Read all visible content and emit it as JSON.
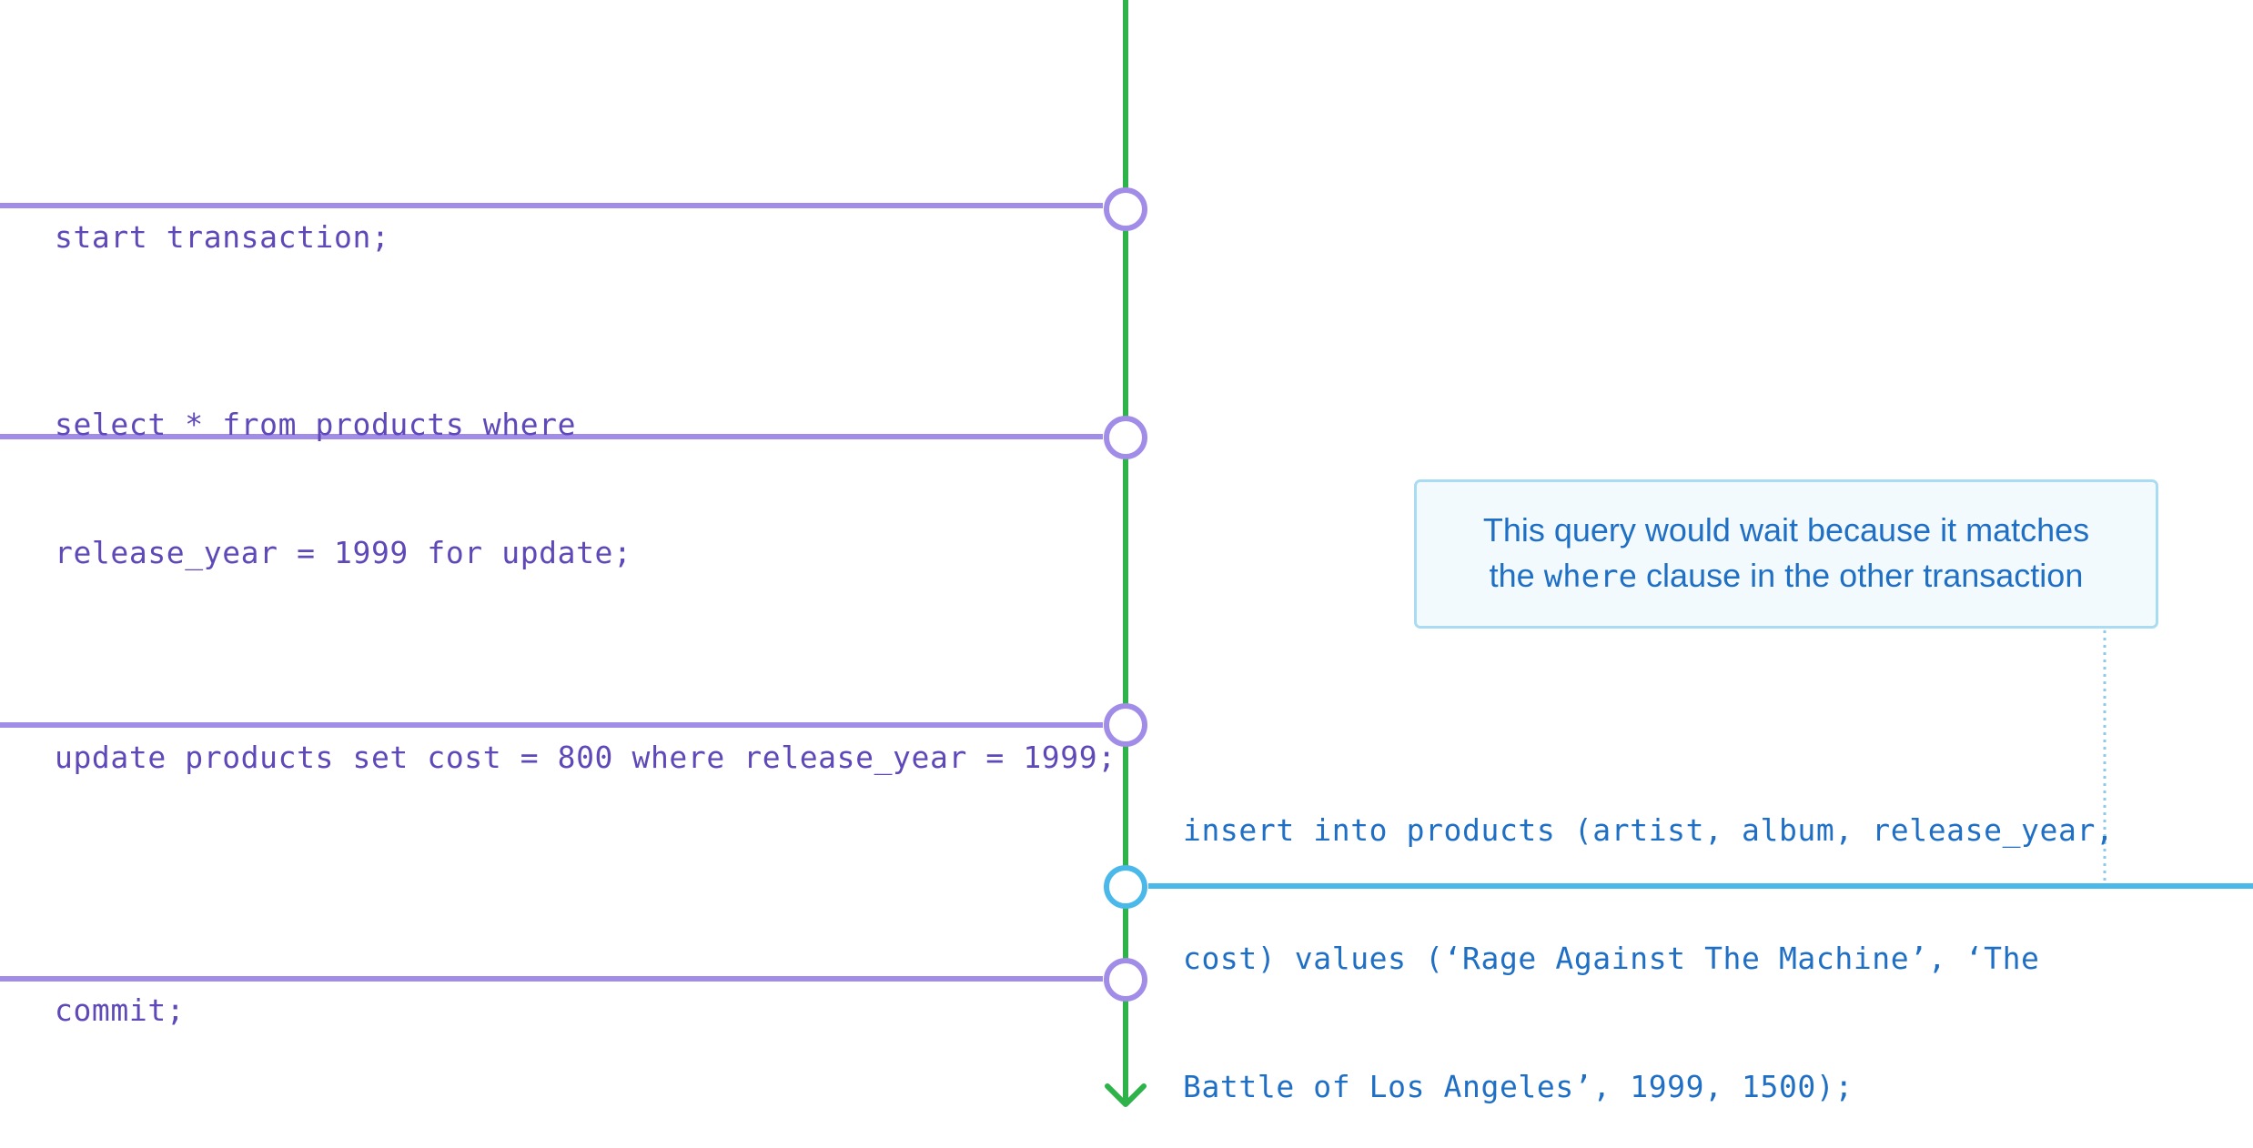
{
  "colors": {
    "timeline": "#2db34a",
    "transaction_a": "#a18ce8",
    "transaction_a_text": "#5f48b8",
    "transaction_b": "#4bb8ea",
    "transaction_b_text": "#1f6fc5",
    "note_fill": "#f3fafd",
    "note_border": "#a9dcf3"
  },
  "transaction_a": {
    "statements": [
      {
        "lines": [
          "start transaction;"
        ]
      },
      {
        "lines": [
          "select * from products where",
          "release_year = 1999 for update;"
        ]
      },
      {
        "lines": [
          "update products set cost = 800 where release_year = 1999;"
        ]
      },
      {
        "lines": [
          "commit;"
        ]
      }
    ]
  },
  "transaction_b": {
    "statements": [
      {
        "lines": [
          "insert into products (artist, album, release_year,",
          "cost) values (‘Rage Against The Machine’, ‘The",
          "Battle of Los Angeles’, 1999, 1500);"
        ]
      }
    ]
  },
  "note": {
    "line1": "This query would wait because it matches",
    "line2_before": "the ",
    "line2_keyword": "where",
    "line2_after": " clause in the other transaction"
  }
}
